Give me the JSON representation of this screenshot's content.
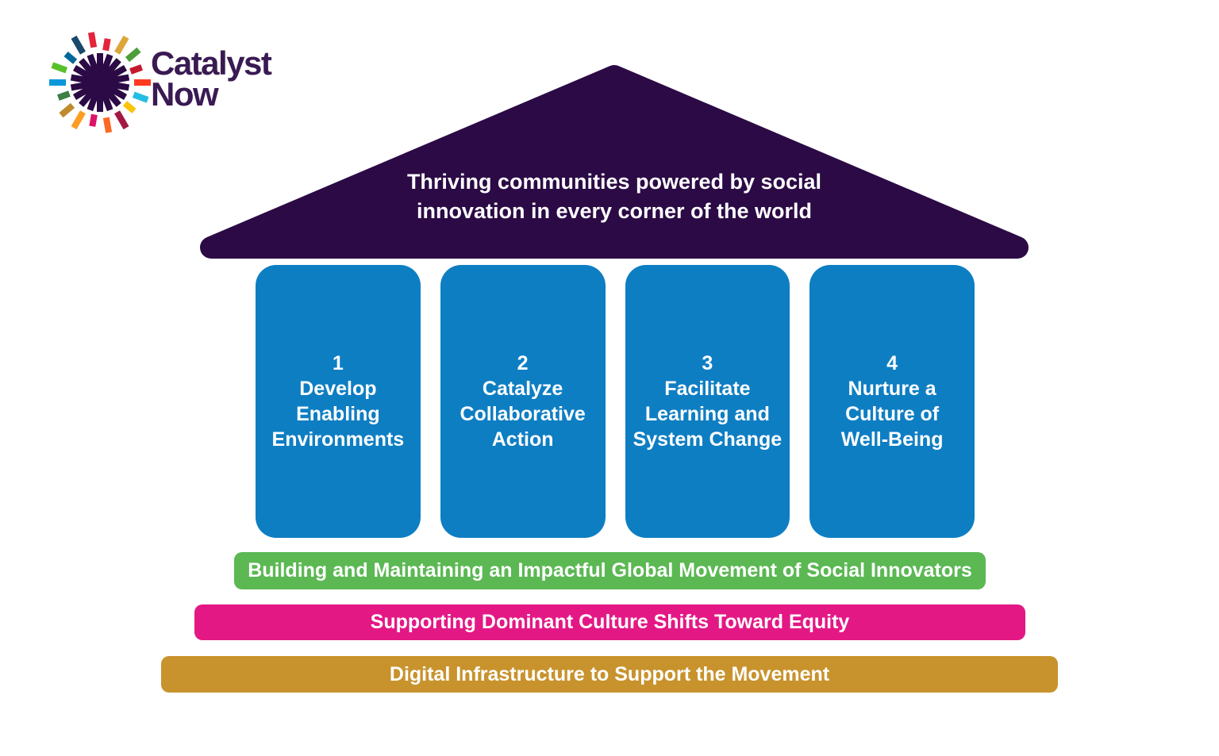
{
  "logo": {
    "line1": "Catalyst",
    "line2": "Now",
    "text_color": "#3A1A53",
    "center_color": "#2B0A45",
    "ray_colors": [
      "#E5243B",
      "#DDA63A",
      "#4C9F38",
      "#C5192D",
      "#FF3A21",
      "#26BDE2",
      "#FCC30B",
      "#A21942",
      "#FD6925",
      "#DD1367",
      "#FD9D24",
      "#BF8B2E",
      "#3F7E44",
      "#0A97D9",
      "#56C02B",
      "#00689D",
      "#19486A",
      "#E5243B"
    ]
  },
  "roof": {
    "text": "Thriving communities powered by social\ninnovation in every corner of the world",
    "color": "#2B0A45",
    "text_color": "#FFFFFF"
  },
  "pillars": {
    "color": "#0E7EC3",
    "items": [
      {
        "number": "1",
        "label": "Develop\nEnabling\nEnvironments"
      },
      {
        "number": "2",
        "label": "Catalyze\nCollaborative\nAction"
      },
      {
        "number": "3",
        "label": "Facilitate\nLearning and\nSystem Change"
      },
      {
        "number": "4",
        "label": "Nurture a\nCulture of\nWell-Being"
      }
    ]
  },
  "foundation_bars": [
    {
      "label": "Building and Maintaining an Impactful Global Movement of Social Innovators",
      "color": "#5BB853"
    },
    {
      "label": "Supporting Dominant Culture Shifts Toward Equity",
      "color": "#E31885"
    },
    {
      "label": "Digital Infrastructure to Support the Movement",
      "color": "#C8932D"
    }
  ]
}
